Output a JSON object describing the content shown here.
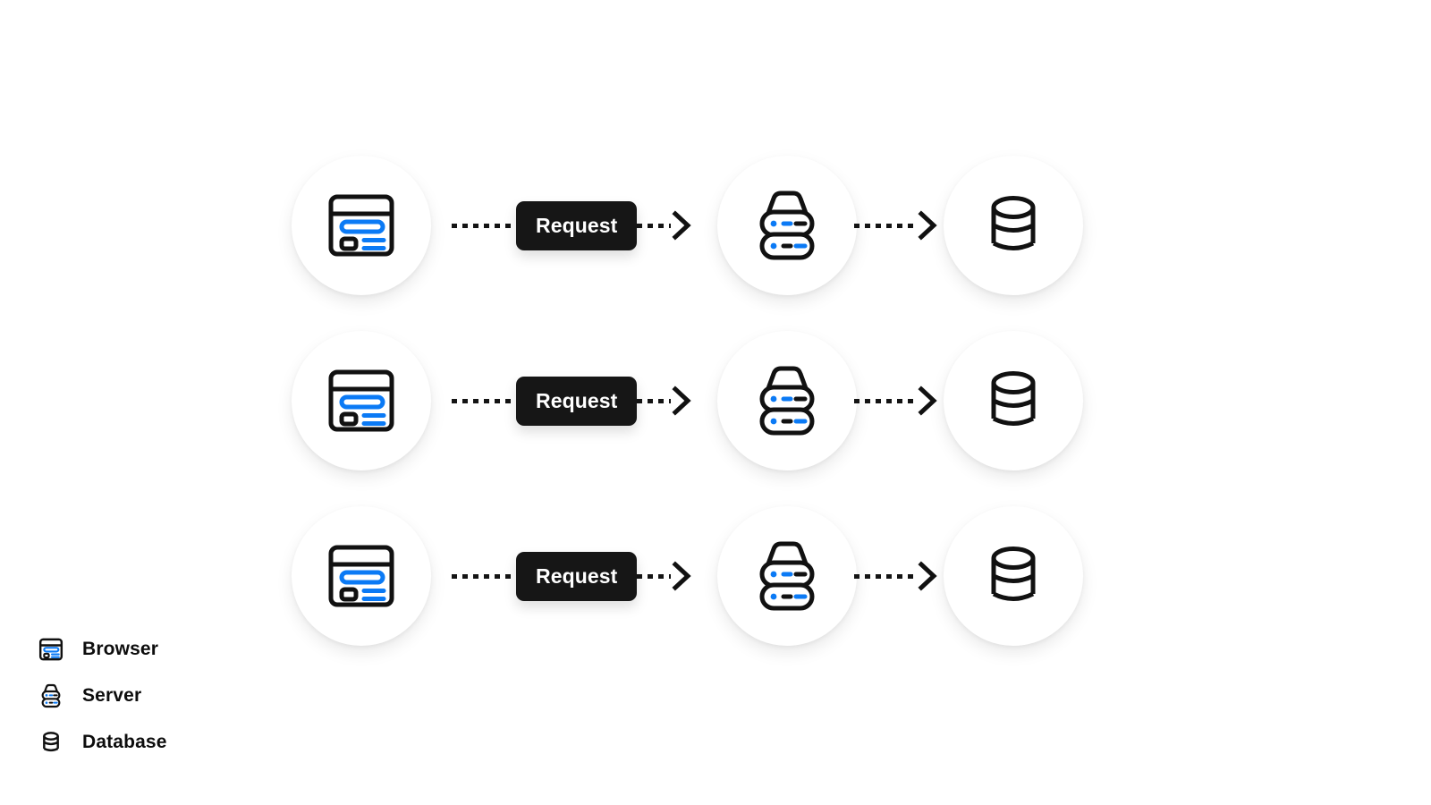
{
  "diagram": {
    "title": "Browser to Server to Database request flow",
    "background": "#ffffff",
    "accent_blue": "#0b7af5",
    "ink": "#111111",
    "badge_bg": "#161616",
    "badge_fg": "#ffffff"
  },
  "rows": [
    {
      "id": "row-1",
      "browser_icon": "browser-icon",
      "server_icon": "server-icon",
      "database_icon": "database-icon",
      "request_label": "Request",
      "arrow_1": "dashed-arrow-right-icon",
      "arrow_2": "dashed-arrow-right-icon"
    },
    {
      "id": "row-2",
      "browser_icon": "browser-icon",
      "server_icon": "server-icon",
      "database_icon": "database-icon",
      "request_label": "Request",
      "arrow_1": "dashed-arrow-right-icon",
      "arrow_2": "dashed-arrow-right-icon"
    },
    {
      "id": "row-3",
      "browser_icon": "browser-icon",
      "server_icon": "server-icon",
      "database_icon": "database-icon",
      "request_label": "Request",
      "arrow_1": "dashed-arrow-right-icon",
      "arrow_2": "dashed-arrow-right-icon"
    }
  ],
  "legend": {
    "items": [
      {
        "icon": "browser-icon",
        "label": "Browser"
      },
      {
        "icon": "server-icon",
        "label": "Server"
      },
      {
        "icon": "database-icon",
        "label": "Database"
      }
    ]
  }
}
